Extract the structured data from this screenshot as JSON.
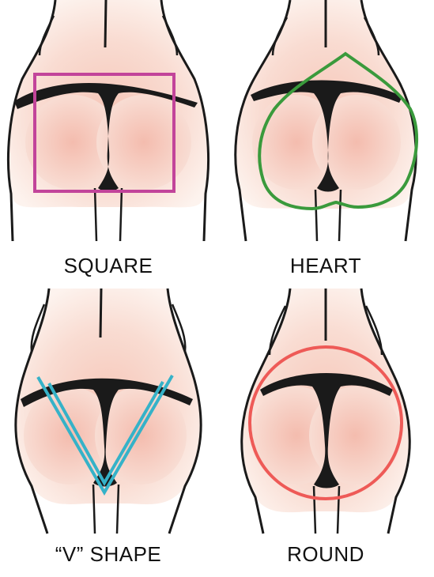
{
  "panels": [
    {
      "label": "SQUARE",
      "shape": "square",
      "outline_color": "#c2449a"
    },
    {
      "label": "HEART",
      "shape": "heart",
      "outline_color": "#3a9a3c"
    },
    {
      "label": "“V” SHAPE",
      "shape": "v-shape",
      "outline_color": "#35b2c8"
    },
    {
      "label": "ROUND",
      "shape": "round",
      "outline_color": "#ee5a57"
    }
  ],
  "colors": {
    "skin_center": "#f7cfc4",
    "skin_edge": "#fdf1ec",
    "outline": "#1a1a1a",
    "garment": "#1a1a1a"
  }
}
